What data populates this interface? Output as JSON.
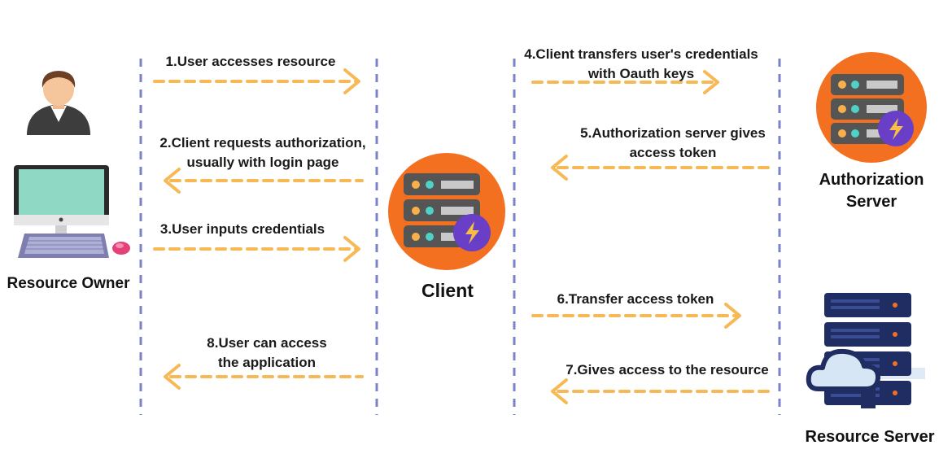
{
  "actors": {
    "resource_owner": "Resource Owner",
    "client": "Client",
    "authorization_server_line1": "Authorization",
    "authorization_server_line2": "Server",
    "resource_server": "Resource Server"
  },
  "steps": {
    "s1": "1.User accesses resource",
    "s2_line1": "2.Client requests authorization,",
    "s2_line2": "usually with login page",
    "s3": "3.User inputs credentials",
    "s4_line1": "4.Client transfers user's credentials",
    "s4_line2": "with Oauth keys",
    "s5_line1": "5.Authorization server gives",
    "s5_line2": "access token",
    "s6": "6.Transfer access token",
    "s7": "7.Gives access to the resource",
    "s8_line1": "8.User can access",
    "s8_line2": "the application"
  },
  "colors": {
    "arrow": "#f7b955",
    "divider": "#7b82c8",
    "server_orange": "#f37021",
    "rack_dark": "#555555",
    "badge_purple": "#6a3fc8"
  },
  "icons": [
    "person-icon",
    "computer-icon",
    "server-icon",
    "cloud-server-icon"
  ]
}
